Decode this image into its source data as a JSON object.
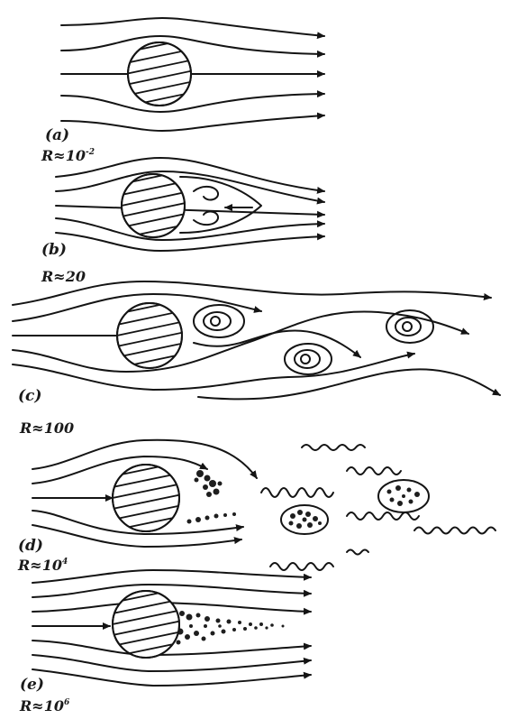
{
  "panels": [
    {
      "id": "a",
      "label": "(a)",
      "reynolds_base": "R≈10",
      "reynolds_exp": "-2"
    },
    {
      "id": "b",
      "label": "(b)",
      "reynolds_base": "R≈20",
      "reynolds_exp": ""
    },
    {
      "id": "c",
      "label": "(c)",
      "reynolds_base": "R≈100",
      "reynolds_exp": ""
    },
    {
      "id": "d",
      "label": "(d)",
      "reynolds_base": "R≈10",
      "reynolds_exp": "4"
    },
    {
      "id": "e",
      "label": "(e)",
      "reynolds_base": "R≈10",
      "reynolds_exp": "6"
    }
  ]
}
